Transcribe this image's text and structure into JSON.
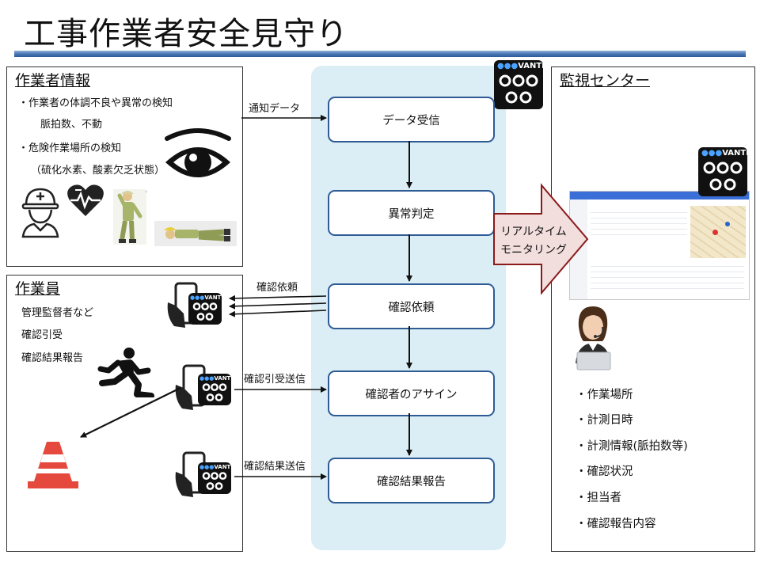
{
  "title": "工事作業者安全見守り",
  "worker_info": {
    "title": "作業者情報",
    "lines": [
      "・作業者の体調不良や異常の検知",
      "脈拍数、不動",
      "・危険作業場所の検知",
      "（硫化水素、酸素欠乏状態）"
    ]
  },
  "workers": {
    "title": "作業員",
    "lines": [
      "管理監督者など",
      "確認引受",
      "確認結果報告"
    ]
  },
  "monitor": {
    "title": "監視センター",
    "items": [
      "・作業場所",
      "・計測日時",
      "・計測情報(脈拍数等)",
      "・確認状況",
      "・担当者",
      "・確認報告内容"
    ]
  },
  "flow": {
    "steps": [
      "データ受信",
      "異常判定",
      "確認依頼",
      "確認者のアサイン",
      "確認結果報告"
    ],
    "edge_labels": [
      "通知データ",
      "確認依頼",
      "確認引受送信",
      "確認結果送信"
    ],
    "realtime_label": [
      "リアルタイム",
      "モニタリング"
    ]
  },
  "logo_text": "VANTIQ",
  "colors": {
    "step_border": "#2f5b95",
    "band": "#dbeef5",
    "realtime_arrow_fill": "#f3dede",
    "realtime_arrow_stroke": "#8b1a1a",
    "cone": "#e5483d"
  }
}
